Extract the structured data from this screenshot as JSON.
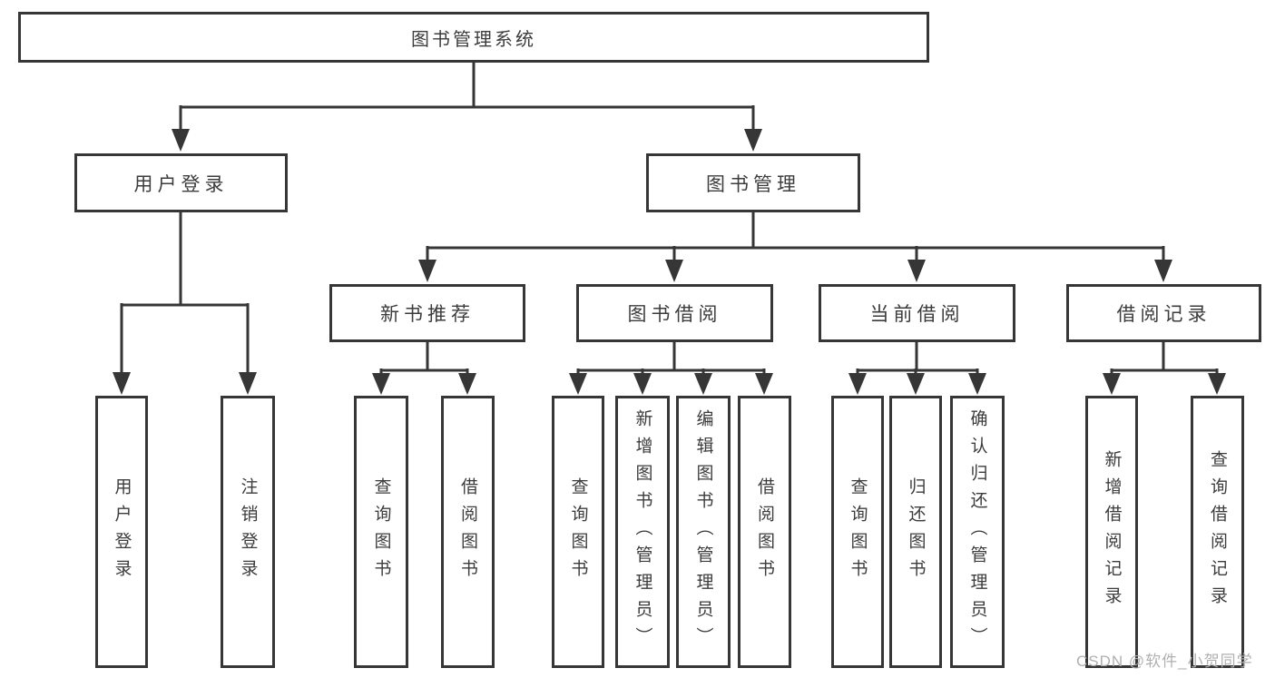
{
  "tree": {
    "root": {
      "label": "图书管理系统",
      "children": [
        {
          "label": "用户登录",
          "children": [
            {
              "label": "用户登录"
            },
            {
              "label": "注销登录"
            }
          ]
        },
        {
          "label": "图书管理",
          "children": [
            {
              "label": "新书推荐",
              "children": [
                {
                  "label": "查询图书"
                },
                {
                  "label": "借阅图书"
                }
              ]
            },
            {
              "label": "图书借阅",
              "children": [
                {
                  "label": "查询图书"
                },
                {
                  "label": "新增图书（管理员）"
                },
                {
                  "label": "编辑图书（管理员）"
                },
                {
                  "label": "借阅图书"
                }
              ]
            },
            {
              "label": "当前借阅",
              "children": [
                {
                  "label": "查询图书"
                },
                {
                  "label": "归还图书"
                },
                {
                  "label": "确认归还（管理员）"
                }
              ]
            },
            {
              "label": "借阅记录",
              "children": [
                {
                  "label": "新增借阅记录"
                },
                {
                  "label": "查询借阅记录"
                }
              ]
            }
          ]
        }
      ]
    }
  },
  "watermark": {
    "text": "CSDN @软件_小贺同学"
  },
  "colors": {
    "line": "#363636",
    "box_border": "#363636",
    "text": "#3c3c3c",
    "background": "#ffffff",
    "watermark": "#b0b0b0"
  }
}
